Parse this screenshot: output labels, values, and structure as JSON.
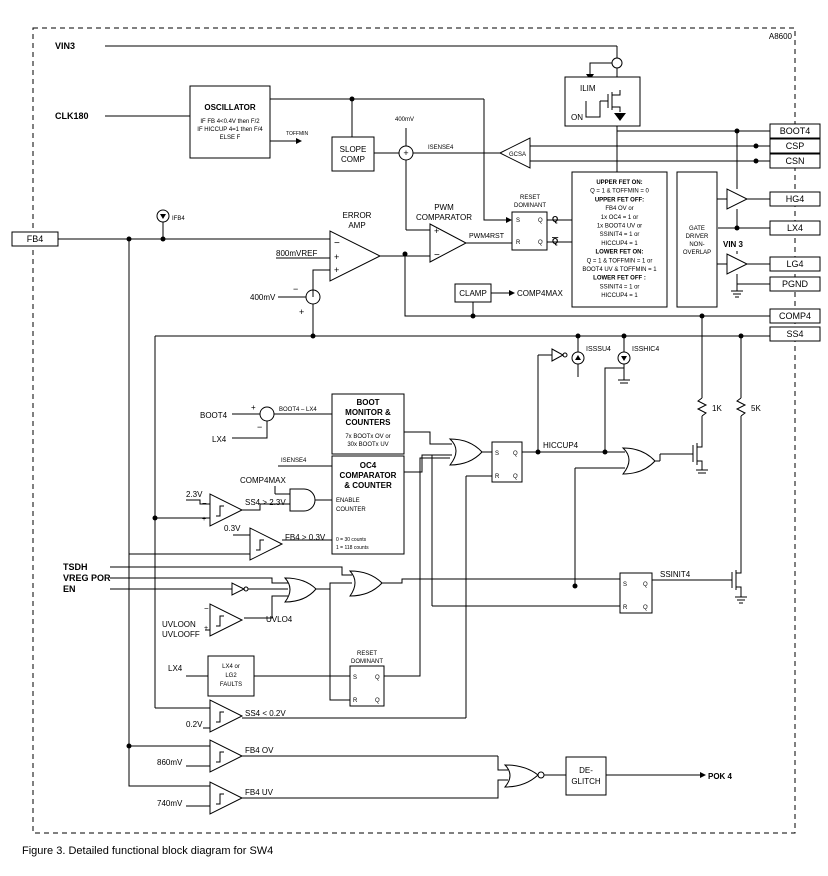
{
  "diagram": {
    "part_number": "A8600",
    "caption": "Figure 3. Detailed functional block diagram for SW4",
    "external_inputs": {
      "vin3": "VIN3",
      "clk180": "CLK180",
      "fb4": "FB4",
      "tsdh": "TSDH",
      "vreg_por": "VREG POR",
      "en": "EN"
    },
    "pins": {
      "boot4": "BOOT4",
      "csp": "CSP",
      "csn": "CSN",
      "hg4": "HG4",
      "lx4": "LX4",
      "lg4": "LG4",
      "pgnd": "PGND",
      "comp4": "COMP4",
      "ss4": "SS4"
    },
    "blocks": {
      "oscillator_title": "OSCILLATOR",
      "oscillator_line1": "IF FB 4<0.4V then F/2",
      "oscillator_line2": "IF HICCUP 4=1 then F/4",
      "oscillator_line3": "ELSE F",
      "toffmin": "TOFFMIN",
      "slope_comp_1": "SLOPE",
      "slope_comp_2": "COMP",
      "ilim": "ILIM",
      "on": "ON",
      "gcsa": "GCSA",
      "isense4": "ISENSE4",
      "v400_top": "400mV",
      "reset_dominant_top_1": "RESET",
      "reset_dominant_top_2": "DOMINANT",
      "s": "S",
      "r": "R",
      "q": "Q",
      "qbar": "Q",
      "error_amp_1": "ERROR",
      "error_amp_2": "AMP",
      "pwm_comp_1": "PWM",
      "pwm_comp_2": "COMPARATOR",
      "pwm4_rst": "PWM4RST",
      "v800_ref": "800mVREF",
      "v400_in": "400mV",
      "ifb4": "IFB4",
      "clamp": "CLAMP",
      "comp4_max": "COMP4MAX",
      "gate_driver_1": "GATE",
      "gate_driver_2": "DRIVER",
      "gate_driver_3": "NON-",
      "gate_driver_4": "OVERLAP",
      "vin3_label": "VIN 3",
      "fet_logic": [
        "UPPER FET ON:",
        "Q = 1 & TOFFMIN = 0",
        "UPPER FET OFF:",
        "FB4 OV or",
        "1x OC4 = 1 or",
        "1x BOOT4 UV or",
        "SSINIT4 = 1 or",
        "HICCUP4 = 1",
        "LOWER FET ON:",
        "Q = 1 & TOFFMIN = 1 or",
        "BOOT4 UV & TOFFMIN = 1",
        "LOWER FET OFF :",
        "SSINIT4 = 1 or",
        "HICCUP4 = 1"
      ],
      "iss_su4": "ISSSU4",
      "iss_hic4": "ISSHIC4",
      "r1k": "1K",
      "r5k": "5K",
      "boot4_in": "BOOT4",
      "lx4_in": "LX4",
      "boot4_minus_lx4": "BOOT4 – LX4",
      "boot_monitor_1": "BOOT",
      "boot_monitor_2": "MONITOR &",
      "boot_monitor_3": "COUNTERS",
      "boot_monitor_4": "7x BOOTx OV or",
      "boot_monitor_5": "30x BOOTx UV",
      "isense4_low": "ISENSE4",
      "oc4_1": "OC4",
      "oc4_2": "COMPARATOR",
      "oc4_3": "& COUNTER",
      "oc4_4": "0 = 30 counts",
      "oc4_5": "1 = 118 counts",
      "comp4max_low": "COMP4MAX",
      "enable_counter_1": "ENABLE",
      "enable_counter_2": "COUNTER",
      "v2_3": "2.3V",
      "ss4_gt": "SS4 > 2.3V",
      "v0_3": "0.3V",
      "fb4_gt": "FB4 > 0.3V",
      "hiccup4": "HICCUP4",
      "ssinit4": "SSINIT4",
      "uvlo_on": "UVLOON",
      "uvlo_off": "UVLOOFF",
      "uvlo4": "UVLO4",
      "lx4_fault_in": "LX4",
      "lx4_faults_1": "LX4 or",
      "lx4_faults_2": "LG2",
      "lx4_faults_3": "FAULTS",
      "reset_dominant_low_1": "RESET",
      "reset_dominant_low_2": "DOMINANT",
      "v0_2": "0.2V",
      "ss4_lt": "SS4 < 0.2V",
      "v860": "860mV",
      "fb4_ov": "FB4 OV",
      "v740": "740mV",
      "fb4_uv": "FB4 UV",
      "deglitch_1": "DE-",
      "deglitch_2": "GLITCH",
      "pok4": "POK 4"
    }
  }
}
